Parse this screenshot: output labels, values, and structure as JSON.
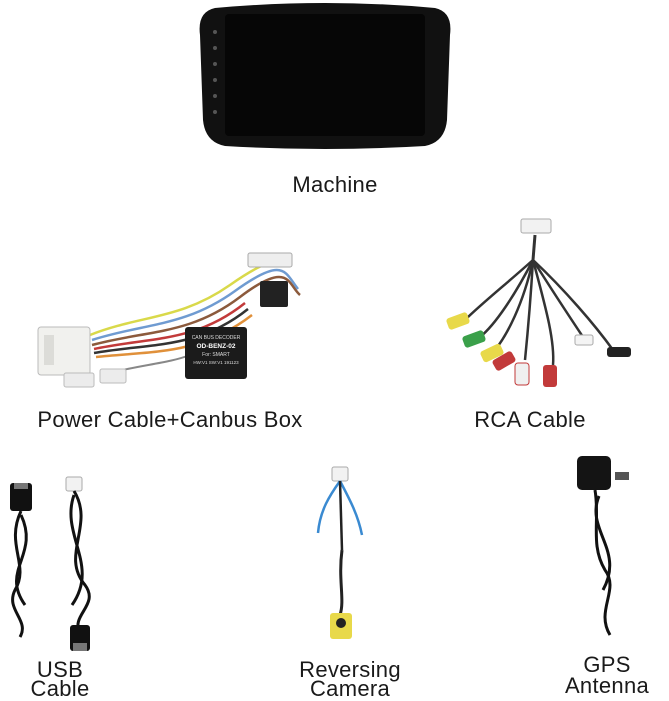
{
  "items": [
    {
      "id": "machine",
      "label": "Machine"
    },
    {
      "id": "power",
      "label": "Power Cable+Canbus Box"
    },
    {
      "id": "rca",
      "label": "RCA Cable"
    },
    {
      "id": "usb",
      "label_line1": "USB",
      "label_line2": "Cable"
    },
    {
      "id": "camera",
      "label_line1": "Reversing",
      "label_line2": "Camera"
    },
    {
      "id": "gps",
      "label_line1": "GPS",
      "label_line2": "Antenna"
    }
  ],
  "canbus_box": {
    "line1": "CAN BUS DECODER",
    "line2": "OD-BENZ-02",
    "line3": "For: SMART",
    "line4": "HW:V1  SW:V1  191123"
  }
}
